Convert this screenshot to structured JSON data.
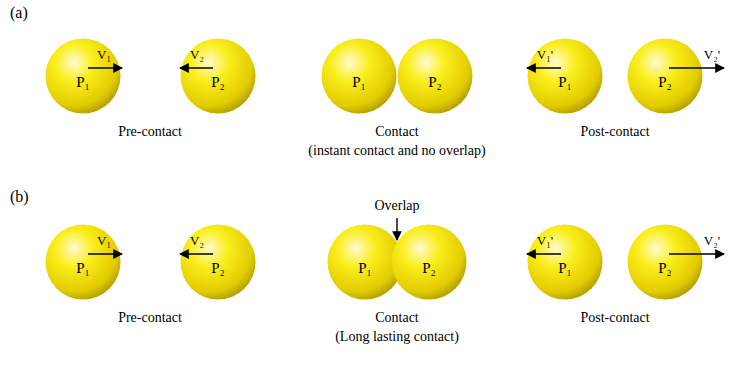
{
  "diagram": {
    "nodes": [
      {
        "text": [
          "P₁"
        ]
      },
      {
        "text": [
          "P₂"
        ]
      },
      {
        "text": [
          "P₁"
        ]
      },
      {
        "text": [
          "P₂"
        ]
      },
      {
        "text": [
          "P₁"
        ]
      },
      {
        "text": [
          "P₂"
        ]
      },
      {
        "text": [
          "P₁"
        ]
      },
      {
        "text": [
          "P₂"
        ]
      },
      {
        "text": [
          "P₁"
        ]
      },
      {
        "text": [
          "P₂"
        ]
      },
      {
        "text": [
          "P₁"
        ]
      },
      {
        "text": [
          "P₂"
        ]
      }
    ],
    "labels": [
      "(a)",
      "V₁",
      "V₂",
      "Pre-contact",
      "Contact",
      "(instant contact and no overlap)",
      "V₁'",
      "V₂'",
      "Post-contact",
      "(b)",
      "V₁",
      "V₂",
      "Pre-contact",
      "Overlap",
      "Contact",
      "(Long lasting contact)",
      "V₁'",
      "V₂'",
      "Post-contact"
    ]
  }
}
